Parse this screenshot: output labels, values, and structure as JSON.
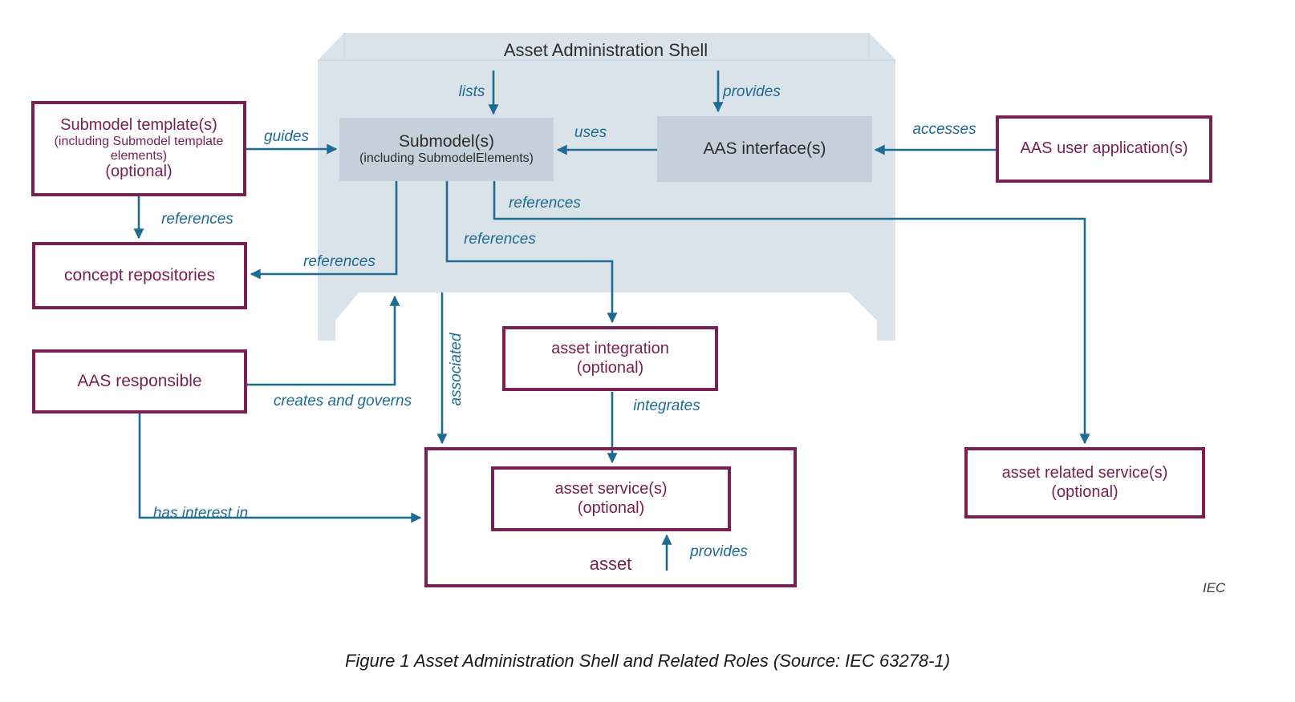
{
  "colors": {
    "teal": "#1e6b93",
    "maroon": "#7a2052",
    "shape_fill": "#dbe3ea",
    "inner_box_fill": "#c5d0da",
    "text_dark": "#2d2d2d"
  },
  "diagram": {
    "title": "Asset Administration Shell",
    "credit": "IEC",
    "nodes": {
      "submodel_template": {
        "line1": "Submodel template(s)",
        "line2": "(including Submodel template",
        "line3": "elements)",
        "line4": "(optional)"
      },
      "concept_repositories": {
        "label": "concept repositories"
      },
      "aas_responsible": {
        "label": "AAS responsible"
      },
      "submodel": {
        "line1": "Submodel(s)",
        "line2": "(including SubmodelElements)"
      },
      "aas_interface": {
        "label": "AAS interface(s)"
      },
      "aas_user_application": {
        "label": "AAS user application(s)"
      },
      "asset_integration": {
        "line1": "asset integration",
        "line2": "(optional)"
      },
      "asset_service": {
        "line1": "asset service(s)",
        "line2": "(optional)"
      },
      "asset": {
        "label": "asset"
      },
      "asset_related_service": {
        "line1": "asset related service(s)",
        "line2": "(optional)"
      }
    },
    "edges": {
      "lists": "lists",
      "provides_top": "provides",
      "uses": "uses",
      "accesses": "accesses",
      "guides": "guides",
      "references_template": "references",
      "references_left": "references",
      "references_mid": "references",
      "references_long": "references",
      "creates_and_governs": "creates and governs",
      "has_interest_in": "has interest in",
      "associated": "associated",
      "integrates": "integrates",
      "provides_bottom": "provides"
    }
  },
  "caption": "Figure 1 Asset Administration Shell and Related Roles (Source: IEC 63278-1)"
}
